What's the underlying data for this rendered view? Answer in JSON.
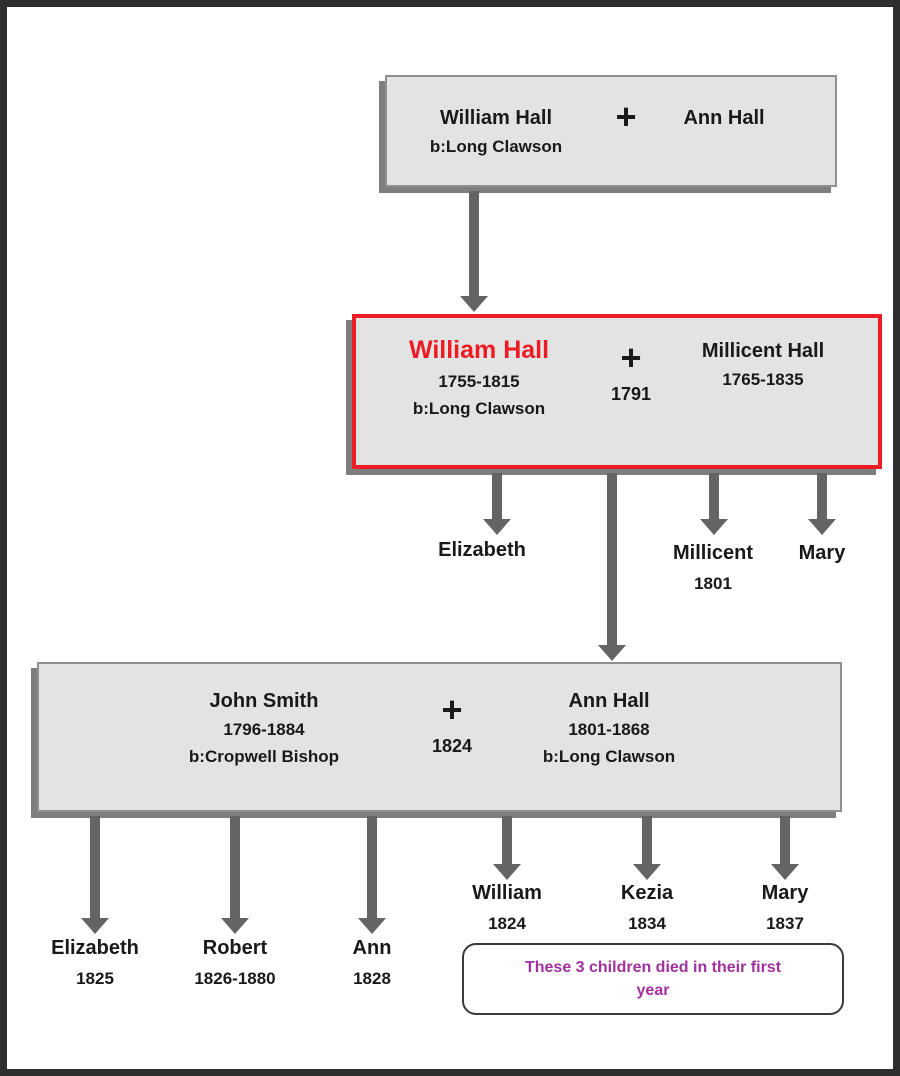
{
  "colors": {
    "accent_red": "#ed1c24",
    "note_purple": "#a2309f",
    "arrow_gray": "#646464",
    "box_fill": "#e3e3e3",
    "box_border": "#8f8f8f",
    "box_shadow": "#7e7e7e",
    "outer_border": "#2e2e2e"
  },
  "gen1": {
    "father": {
      "name": "William Hall",
      "birthplace": "b:Long Clawson"
    },
    "plus": "+",
    "mother": {
      "name": "Ann Hall"
    }
  },
  "gen2": {
    "father": {
      "name": "William Hall",
      "years": "1755-1815",
      "birthplace": "b:Long Clawson"
    },
    "plus": "+",
    "marriage_year": "1791",
    "mother": {
      "name": "Millicent Hall",
      "years": "1765-1835"
    }
  },
  "gen2_children": [
    {
      "name": "Elizabeth"
    },
    {
      "name": "Millicent",
      "year": "1801"
    },
    {
      "name": "Mary"
    }
  ],
  "gen3": {
    "father": {
      "name": "John Smith",
      "years": "1796-1884",
      "birthplace": "b:Cropwell Bishop"
    },
    "plus": "+",
    "marriage_year": "1824",
    "mother": {
      "name": "Ann Hall",
      "years": "1801-1868",
      "birthplace": "b:Long Clawson"
    }
  },
  "gen3_children": [
    {
      "name": "Elizabeth",
      "year": "1825"
    },
    {
      "name": "Robert",
      "year": "1826-1880"
    },
    {
      "name": "Ann",
      "year": "1828"
    },
    {
      "name": "William",
      "year": "1824"
    },
    {
      "name": "Kezia",
      "year": "1834"
    },
    {
      "name": "Mary",
      "year": "1837"
    }
  ],
  "note": {
    "text": "These 3 children died in their first year"
  }
}
